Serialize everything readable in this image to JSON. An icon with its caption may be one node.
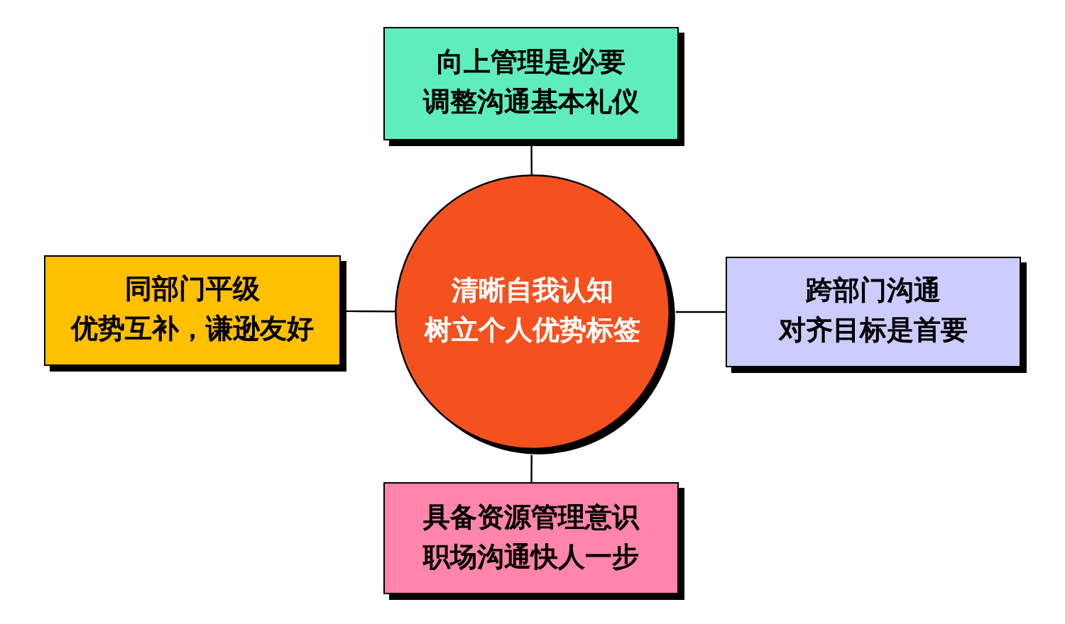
{
  "diagram": {
    "nodes": [
      {
        "text": [
          "向上管理是必要",
          "调整沟通基本礼仪"
        ]
      },
      {
        "text": [
          "同部门平级",
          "优势互补，谦逊友好"
        ]
      },
      {
        "text": [
          "清晰自我认知",
          "树立个人优势标签"
        ]
      },
      {
        "text": [
          "跨部门沟通",
          "对齐目标是首要"
        ]
      },
      {
        "text": [
          "具备资源管理意识",
          "职场沟通快人一步"
        ]
      }
    ],
    "edges": [
      {
        "from": 2,
        "to": 0,
        "arrow": "none"
      },
      {
        "from": 2,
        "to": 1,
        "arrow": "none"
      },
      {
        "from": 2,
        "to": 3,
        "arrow": "none"
      },
      {
        "from": 2,
        "to": 4,
        "arrow": "none"
      }
    ]
  }
}
